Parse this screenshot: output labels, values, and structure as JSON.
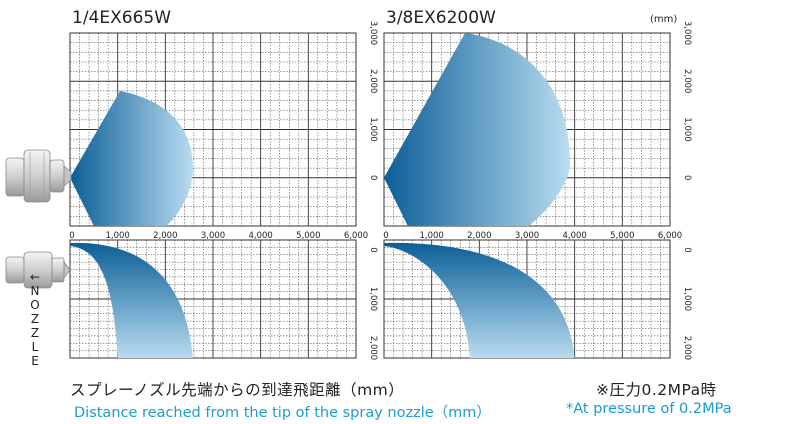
{
  "unit_label": "(mm)",
  "panels": [
    {
      "title": "1/4EX665W",
      "side_shape": {
        "tip": 1800,
        "reach": 2580,
        "bottom_x": 500
      },
      "front_shape": {
        "reach": 2580,
        "end_x_near": 1000,
        "depth": 1900
      }
    },
    {
      "title": "3/8EX6200W",
      "side_shape": {
        "tip": 3000,
        "reach": 3900,
        "bottom_x": 500
      },
      "front_shape": {
        "reach": 4000,
        "end_x_near": 1800,
        "depth": 2000
      }
    }
  ],
  "axes": {
    "x_ticks": [
      "0",
      "1,000",
      "2,000",
      "3,000",
      "4,000",
      "5,000",
      "6,000"
    ],
    "side_y_ticks": [
      "3,000",
      "2,000",
      "1,000",
      "0"
    ],
    "front_y_ticks": [
      "0",
      "1,000",
      "2,000"
    ],
    "x_range": [
      0,
      6000
    ],
    "side_y_range": [
      -1000,
      3000
    ],
    "front_y_range": [
      0,
      2000
    ]
  },
  "nozzle_label": [
    "←",
    "N",
    "O",
    "Z",
    "Z",
    "L",
    "E"
  ],
  "footer": {
    "jp": "スプレーノズル先端からの到達飛距離（mm）",
    "en": "Distance reached from the tip of the spray nozzle（mm）",
    "pressure_jp": "※圧力0.2MPa時",
    "pressure_en": "*At pressure of 0.2MPa"
  },
  "colors": {
    "spray_dark": "#0b5f97",
    "spray_light": "#b9dcf0",
    "grid": "#333333",
    "accent_text": "#1a9bd7"
  },
  "icons": [
    "nozzle-side-icon",
    "nozzle-front-icon"
  ]
}
